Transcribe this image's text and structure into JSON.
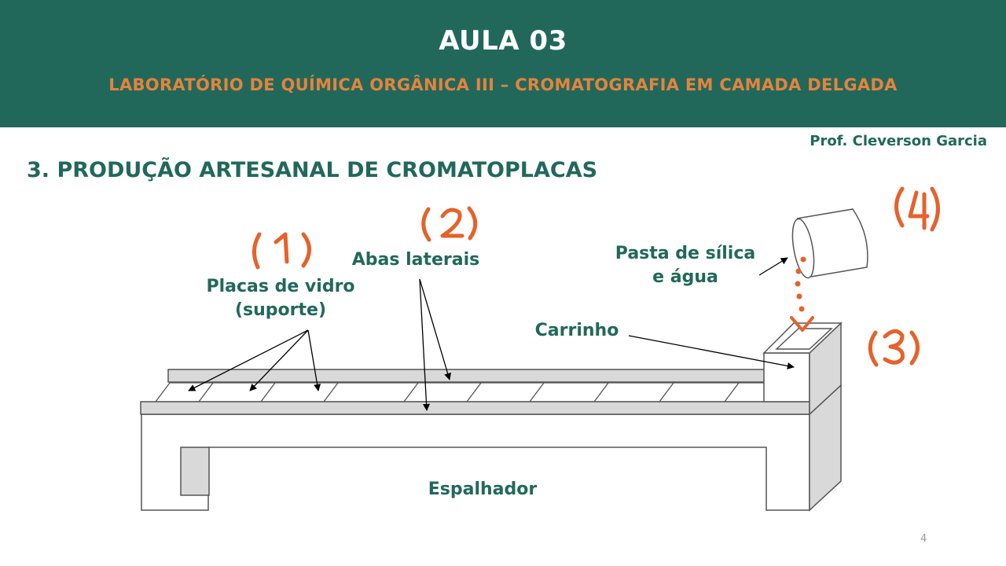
{
  "header": {
    "title": "AULA 03",
    "subtitle": "LABORATÓRIO DE QUÍMICA ORGÂNICA III – CROMATOGRAFIA EM CAMADA DELGADA",
    "author": "Prof. Cleverson Garcia"
  },
  "section_title": "3. PRODUÇÃO ARTESANAL DE CROMATOPLACAS",
  "diagram": {
    "labels": {
      "placas_line1": "Placas de vidro",
      "placas_line2": "(suporte)",
      "abas": "Abas laterais",
      "pasta_line1": "Pasta de sílica",
      "pasta_line2": "e água",
      "carrinho": "Carrinho",
      "espalhador": "Espalhador"
    },
    "annotations": [
      "(1)",
      "(2)",
      "(3)",
      "(4)"
    ]
  },
  "colors": {
    "header_bg": "#21685b",
    "accent": "#e5833c",
    "text": "#21685b",
    "annotation": "#e5622a",
    "device_fill": "#d9d9d9"
  },
  "page_number": "4"
}
